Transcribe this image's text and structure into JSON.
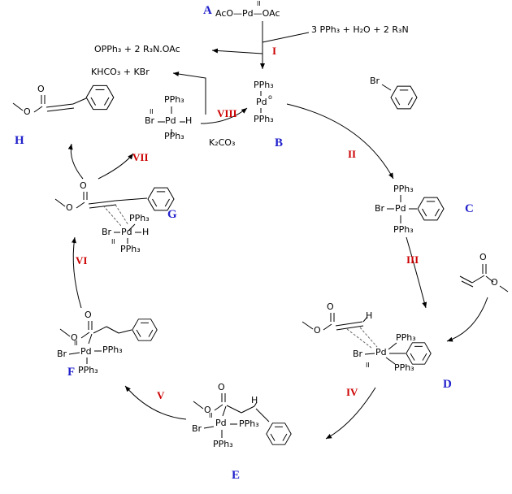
{
  "colors": {
    "species_label": "#2222cc",
    "step_label": "#cc0000",
    "structure": "#000000",
    "dashed_bond": "#666666",
    "background": "#ffffff"
  },
  "species_labels": {
    "A": "A",
    "B": "B",
    "C": "C",
    "D": "D",
    "E": "E",
    "F": "F",
    "G": "G",
    "H": "H"
  },
  "step_labels": {
    "I": "I",
    "II": "II",
    "III": "III",
    "IV": "IV",
    "V": "V",
    "VI": "VI",
    "VII": "VII",
    "VIII": "VIII"
  },
  "formulas": {
    "precatalyst": "AcO—Pd—OAc",
    "oxidation_state": "II",
    "reduction_reagents": "3 PPh₃  +  H₂O  +  2 R₃N",
    "reduction_byproducts": "OPPh₃  +  2 R₃N.OAc",
    "base_byproducts": "KHCO₃ + KBr",
    "base": "K₂CO₃",
    "pph3": "PPh₃",
    "pd": "Pd",
    "pd_zero_sup": "o",
    "br": "Br",
    "h": "H",
    "o": "O"
  }
}
